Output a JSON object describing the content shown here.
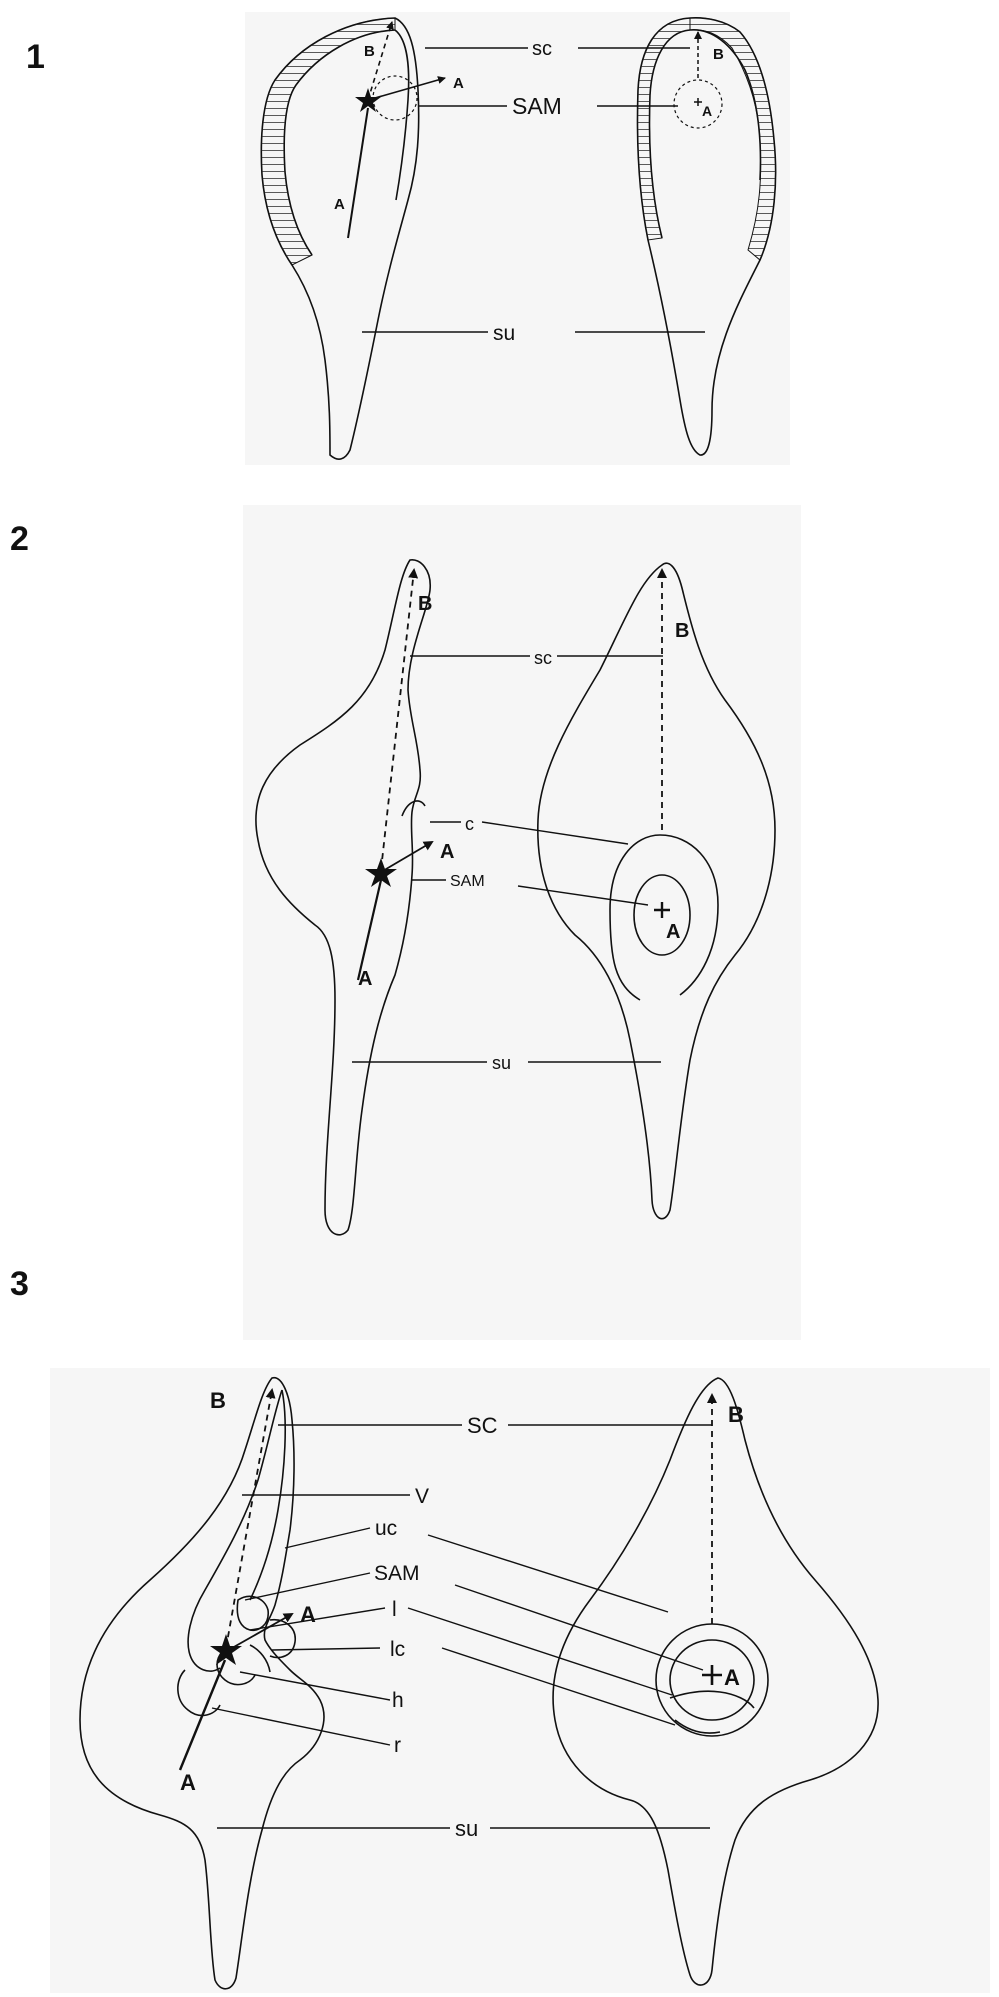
{
  "panels": [
    {
      "number": "1",
      "labels": {
        "sc": "sc",
        "sam": "SAM",
        "su": "su",
        "a": "A",
        "b": "B"
      }
    },
    {
      "number": "2",
      "labels": {
        "sc": "sc",
        "c": "c",
        "sam": "SAM",
        "su": "su",
        "a": "A",
        "b": "B"
      }
    },
    {
      "number": "3",
      "labels": {
        "sc": "SC",
        "v": "V",
        "uc": "uc",
        "sam": "SAM",
        "l": "l",
        "lc": "lc",
        "h": "h",
        "r": "r",
        "su": "su",
        "a": "A",
        "b": "B"
      }
    }
  ]
}
